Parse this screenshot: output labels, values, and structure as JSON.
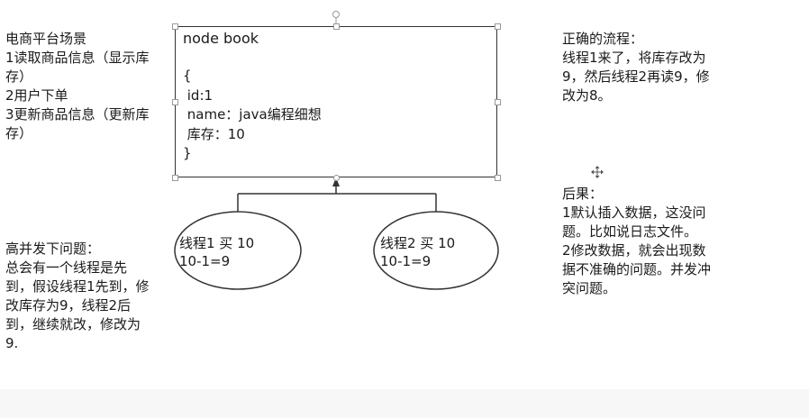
{
  "left_panel": {
    "scenario_text": "电商平台场景\n1读取商品信息（显示库存）\n2用户下单\n3更新商品信息（更新库存）",
    "problem_text": "高并发下问题：\n总会有一个线程是先到，假设线程1先到，修改库存为9，线程2后到，继续就改，修改为9."
  },
  "node": {
    "title": "node book",
    "body": "{\n id:1\n name：java编程细想\n 库存：10\n}"
  },
  "threads": [
    {
      "label": "线程1 买 10\n10-1=9"
    },
    {
      "label": "线程2 买 10\n10-1=9"
    }
  ],
  "right_panel": {
    "correct_flow_text": "正确的流程：\n线程1来了，将库存改为9，然后线程2再读9，修改为8。",
    "consequence_text": "后果：\n1默认插入数据，这没问题。比如说日志文件。\n2修改数据，就会出现数据不准确的问题。并发冲突问题。"
  },
  "colors": {
    "stroke": "#333333",
    "text": "#1a1a1a",
    "handle_border": "#999999"
  }
}
